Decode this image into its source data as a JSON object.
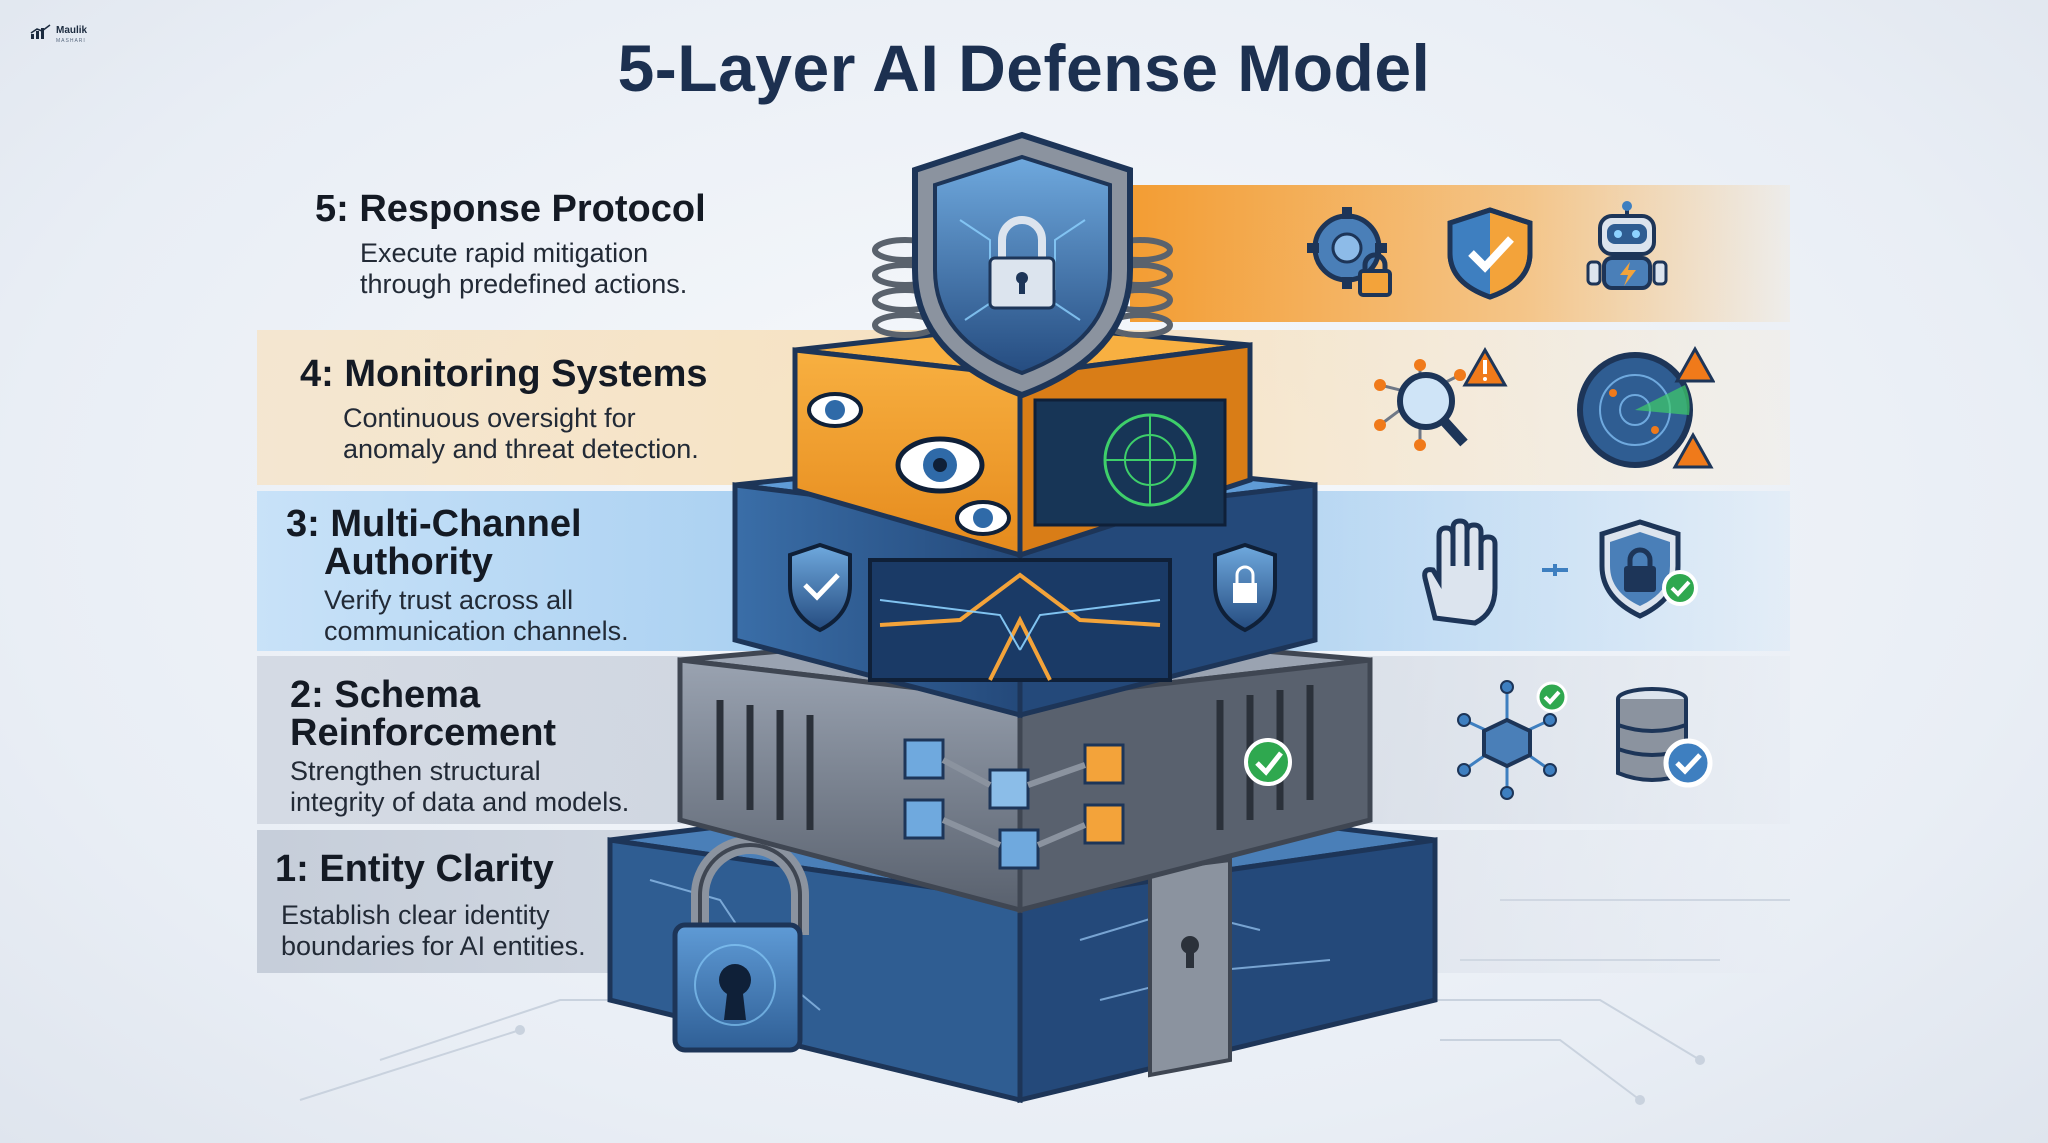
{
  "logo": {
    "text": "Maulik",
    "sub": "MASHARI"
  },
  "title": "5-Layer AI Defense Model",
  "layers": [
    {
      "title": "5: Response Protocol",
      "desc_line1": "Execute rapid mitigation",
      "desc_line2": "through predefined actions.",
      "icons": [
        "gear-lock-icon",
        "shield-check-icon",
        "robot-icon"
      ]
    },
    {
      "title": "4: Monitoring Systems",
      "desc_line1": "Continuous oversight for",
      "desc_line2": "anomaly and threat detection.",
      "icons": [
        "network-magnifier-warning-icon",
        "radar-warning-icon"
      ]
    },
    {
      "title_line1": "3: Multi-Channel",
      "title_line2": "Authority",
      "desc_line1": "Verify trust across all",
      "desc_line2": "communication channels.",
      "icons": [
        "hand-icon",
        "shield-lock-check-icon"
      ]
    },
    {
      "title_line1": "2: Schema",
      "title_line2": "Reinforcement",
      "desc_line1": "Strengthen structural",
      "desc_line2": "integrity of data and models.",
      "icons": [
        "cube-network-check-icon",
        "database-check-icon"
      ]
    },
    {
      "title": "1: Entity Clarity",
      "desc_line1": "Establish clear identity",
      "desc_line2": "boundaries for AI entities.",
      "icons": []
    }
  ],
  "colors": {
    "title": "#1c3050",
    "orange": "#f39828",
    "blue": "#3e7fc0",
    "navy": "#22426e",
    "steel": "#6f7886",
    "green": "#2fa84f",
    "warning": "#f07a1a"
  }
}
